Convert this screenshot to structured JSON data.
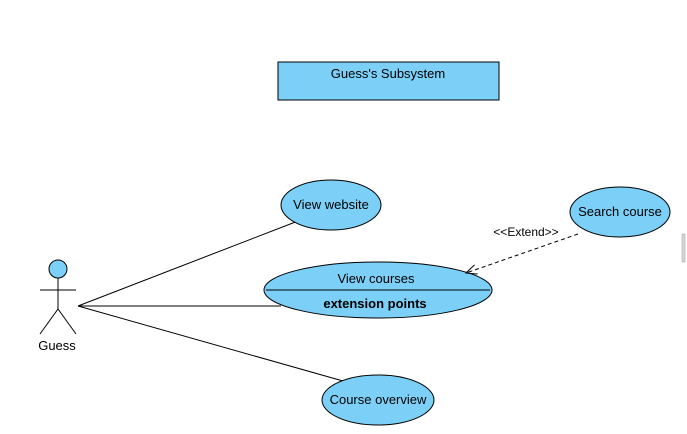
{
  "diagram": {
    "type": "use-case",
    "fill_color": "#7ccff6",
    "stroke_color": "#000000",
    "subsystem": {
      "title": "Guess's Subsystem"
    },
    "actor": {
      "name": "Guess"
    },
    "use_cases": {
      "view_website": "View website",
      "view_courses": "View courses",
      "view_courses_section": "extension points",
      "course_overview": "Course overview",
      "search_course": "Search course"
    },
    "relations": {
      "extend_label": "<<Extend>>"
    }
  }
}
